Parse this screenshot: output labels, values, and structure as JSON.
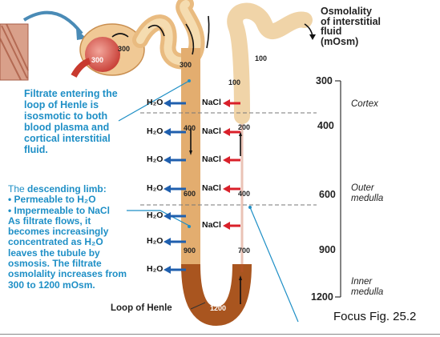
{
  "header": {
    "line1": "Osmolality",
    "line2": "of interstitial",
    "line3": "fluid",
    "line4": "(mOsm)"
  },
  "scale": {
    "values": [
      "300",
      "400",
      "600",
      "900",
      "1200"
    ]
  },
  "zones": {
    "cortex": "Cortex",
    "outer_line1": "Outer",
    "outer_line2": "medulla",
    "inner_line1": "Inner",
    "inner_line2": "medulla"
  },
  "callout_filtrate": {
    "lines": [
      "Filtrate entering the",
      "loop of Henle is",
      "isosmotic to both",
      "blood plasma and",
      "cortical interstitial",
      "fluid."
    ]
  },
  "callout_descending": {
    "title_prefix": "The ",
    "title_bold": "descending limb:",
    "l1": "• Permeable to H₂O",
    "l2": "• Impermeable to NaCl",
    "lines": [
      "As filtrate flows, it",
      "becomes increasingly",
      "concentrated as H₂O",
      "leaves the tubule by",
      "osmosis. The filtrate",
      "osmolality increases from",
      "300 to 1200 mOsm."
    ]
  },
  "tubule_values": {
    "glomerulus": "300",
    "capsule": "300",
    "pct": "300",
    "dct": "100",
    "ascending_top": "100",
    "desc_400": "400",
    "asc_200": "200",
    "desc_600": "600",
    "asc_400": "400",
    "desc_900": "900",
    "asc_700": "700",
    "bottom": "1200"
  },
  "water_labels": [
    "H₂O",
    "H₂O",
    "H₂O",
    "H₂O",
    "H₂O",
    "H₂O",
    "H₂O"
  ],
  "nacl_labels": [
    "NaCl",
    "NaCl",
    "NaCl",
    "NaCl",
    "NaCl"
  ],
  "loop_label": "Loop of Henle",
  "caption": "Focus Fig. 25.2",
  "colors": {
    "water_arrow": "#1f5fae",
    "nacl_arrow": "#d9202a",
    "callout_text": "#1e8fc6",
    "tubule_light": "#f3d7a6",
    "tubule_dark": "#b0622a"
  }
}
